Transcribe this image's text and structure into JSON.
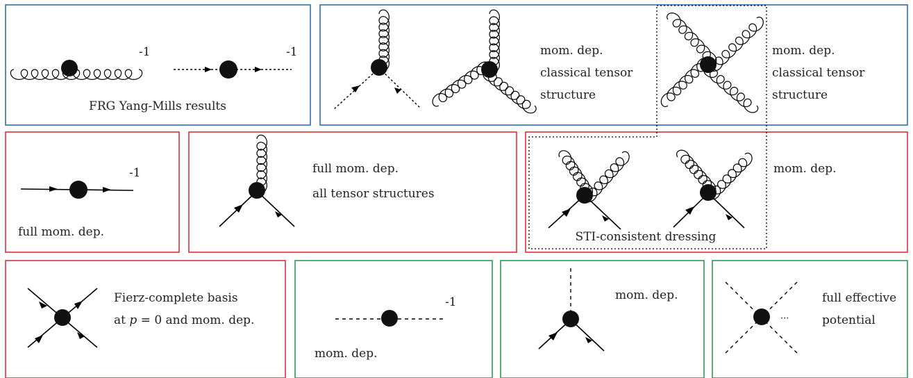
{
  "colors": {
    "gauge_border": "#2e6fad",
    "quark_border": "#d8333a",
    "meson_border": "#2e9a52",
    "vertex": "#111111"
  },
  "boxes": {
    "yang_mills": {
      "caption": "FRG Yang-Mills results",
      "gluon_exponent": "-1",
      "ghost_exponent": "-1"
    },
    "gauge_vertices": {
      "line1": "mom. dep.",
      "line2": "classical tensor",
      "line3": "structure"
    },
    "four_gluon": {
      "line1": "mom. dep.",
      "line2": "classical tensor",
      "line3": "structure"
    },
    "quark_propagator": {
      "exponent": "-1",
      "caption": "full mom. dep."
    },
    "quark_gluon": {
      "line1": "full mom. dep.",
      "line2": "all tensor structures"
    },
    "two_quark_two_gluon": {
      "label": "mom. dep.",
      "caption": "STI-consistent dressing"
    },
    "four_quark": {
      "line1": "Fierz-complete basis",
      "line2_prefix": "at ",
      "line2_math": "p",
      "line2_suffix": " = 0 and mom. dep."
    },
    "meson_propagator": {
      "exponent": "-1",
      "caption": "mom. dep."
    },
    "yukawa": {
      "label": "mom. dep."
    },
    "effective_potential": {
      "ellipsis": "···",
      "line1": "full effective",
      "line2": "potential"
    }
  }
}
